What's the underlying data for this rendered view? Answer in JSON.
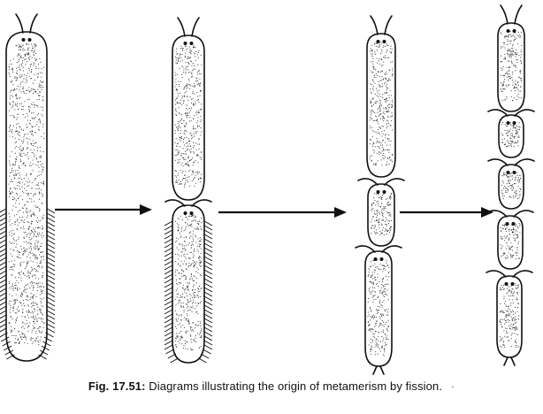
{
  "caption": {
    "figure_number": "Fig. 17.51:",
    "text": "Diagrams illustrating the origin of metamerism by fission."
  },
  "stages": [
    {
      "stage": 1,
      "zooids": 1,
      "bristled": true
    },
    {
      "stage": 2,
      "zooids": 2,
      "bristled": true
    },
    {
      "stage": 3,
      "zooids": 3,
      "bristled": false
    },
    {
      "stage": 4,
      "zooids": 5,
      "bristled": false
    }
  ],
  "arrows": 3,
  "colors": {
    "ink": "#111111",
    "paper": "#ffffff"
  }
}
